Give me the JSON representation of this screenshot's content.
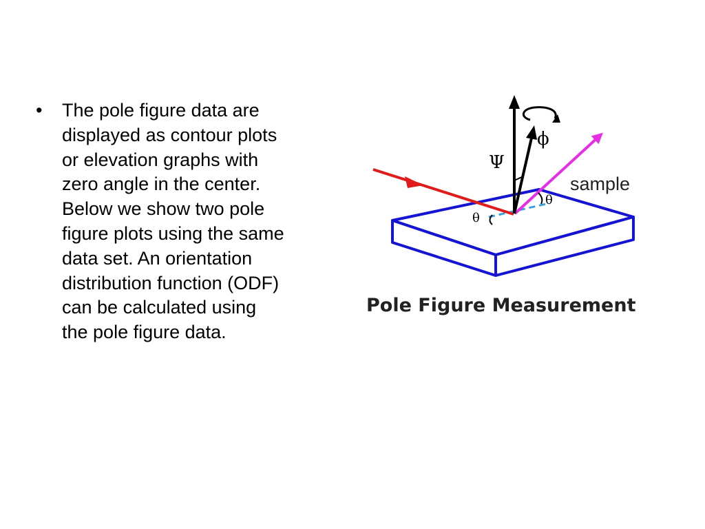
{
  "slide": {
    "bullet_lines": [
      "The pole figure data are",
      "displayed as contour plots",
      "or elevation graphs with",
      "zero angle in the center.",
      "Below we show two pole",
      "figure plots using the same",
      "data set. An orientation",
      "distribution function (ODF)",
      "can be calculated using",
      "the pole figure data."
    ]
  },
  "figure": {
    "caption": "Pole Figure Measurement",
    "sample_label": "sample",
    "psi_label": "Ψ",
    "phi_label": "ϕ",
    "theta_label": "θ",
    "colors": {
      "incident_beam": "#e01b1b",
      "diffracted_beam": "#e62ee6",
      "sample_outline": "#1414d2",
      "axes": "#000000",
      "dashed_line": "#3aa0dc"
    }
  }
}
